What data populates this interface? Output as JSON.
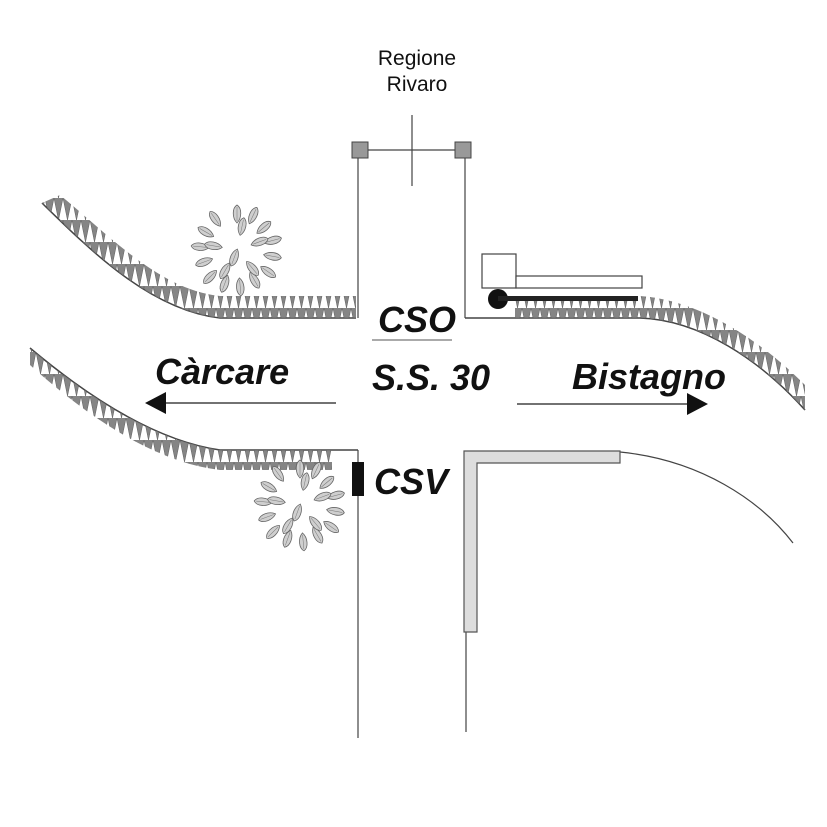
{
  "region_label": {
    "line1": "Regione",
    "line2": "Rivaro"
  },
  "stations": {
    "cso": "CSO",
    "csv": "CSV"
  },
  "road": {
    "name": "S.S. 30"
  },
  "directions": {
    "left": "Càrcare",
    "right": "Bistagno"
  },
  "colors": {
    "ink": "#111111",
    "line": "#555555",
    "fill": "#dddddd",
    "foliage": "#c8c8c8"
  },
  "icons": [
    "tree-icon",
    "tree-icon",
    "arrow-left-icon",
    "arrow-right-icon",
    "barrier-gate-icon",
    "camera-marker-icon"
  ]
}
